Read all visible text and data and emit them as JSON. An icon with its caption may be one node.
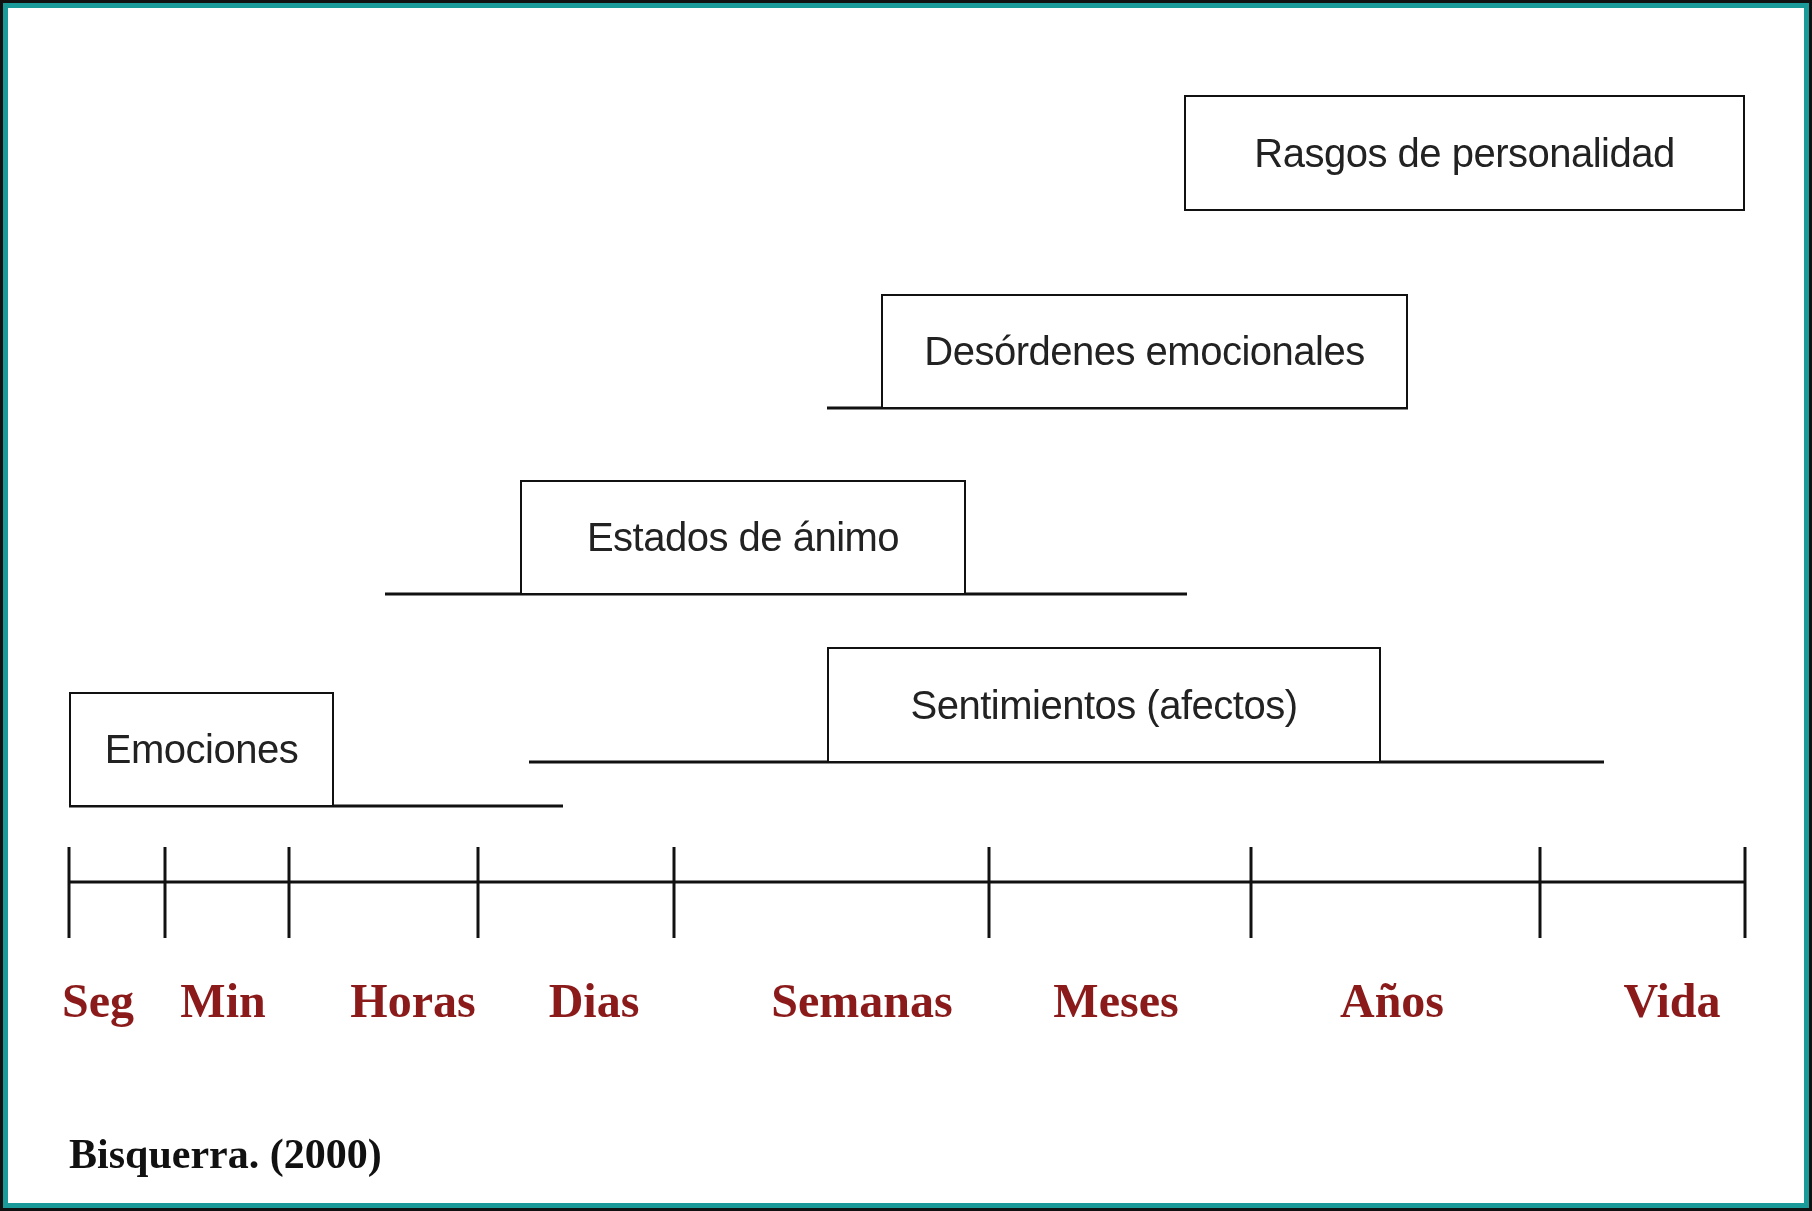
{
  "diagram": {
    "nodes": [
      {
        "text": [
          "Rasgos de personalidad"
        ]
      },
      {
        "text": [
          "Desórdenes emocionales"
        ]
      },
      {
        "text": [
          "Estados de ánimo"
        ]
      },
      {
        "text": [
          "Sentimientos (afectos)"
        ]
      },
      {
        "text": [
          "Emociones"
        ]
      }
    ],
    "edges": [],
    "labels": [
      "Seg",
      "Min",
      "Horas",
      "Dias",
      "Semanas",
      "Meses",
      "Años",
      "Vida",
      "Bisquerra. (2000)"
    ]
  }
}
